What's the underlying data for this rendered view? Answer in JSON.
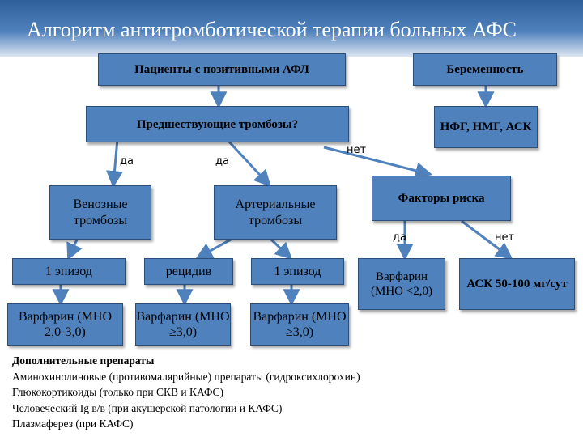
{
  "title": "Алгоритм антитромботической терапии больных АФС",
  "nodes": {
    "patients": "Пациенты с позитивными АФЛ",
    "pregnancy": "Беременность",
    "prior_thrombosis": "Предшествующие тромбозы?",
    "nfg": "НФГ, НМГ, АСК",
    "venous": "Венозные тромбозы",
    "arterial": "Артериальные тромбозы",
    "risk_factors": "Факторы риска",
    "episode1_venous": "1 эпизод",
    "relapse": "рецидив",
    "episode1_arterial": "1 эпизод",
    "warfarin_risk": "Варфарин (МНО <2,0)",
    "ask_dose": "АСК 50-100 мг/сут",
    "warfarin_2_3": "Варфарин (МНО 2,0-3,0)",
    "warfarin_ge3_a": "Варфарин (МНО ≥3,0)",
    "warfarin_ge3_b": "Варфарин (МНО ≥3,0)"
  },
  "labels": {
    "yes_left": "да",
    "yes_mid": "да",
    "no_top": "нет",
    "yes_risk": "да",
    "no_risk": "нет"
  },
  "notes": {
    "header": "Дополнительные препараты",
    "lines": [
      "Аминохинолиновые (противомалярийные) препараты (гидроксихлорохин)",
      "Глюкокортикоиды (только при СКВ и КАФС)",
      "Человеческий Ig в/в (при акушерской патологии и КАФС)",
      "Плазмаферез (при КАФС)"
    ]
  },
  "colors": {
    "box": "#4f81bd",
    "arrow": "#4f81bd",
    "title_bg": "#2f5f9a"
  }
}
